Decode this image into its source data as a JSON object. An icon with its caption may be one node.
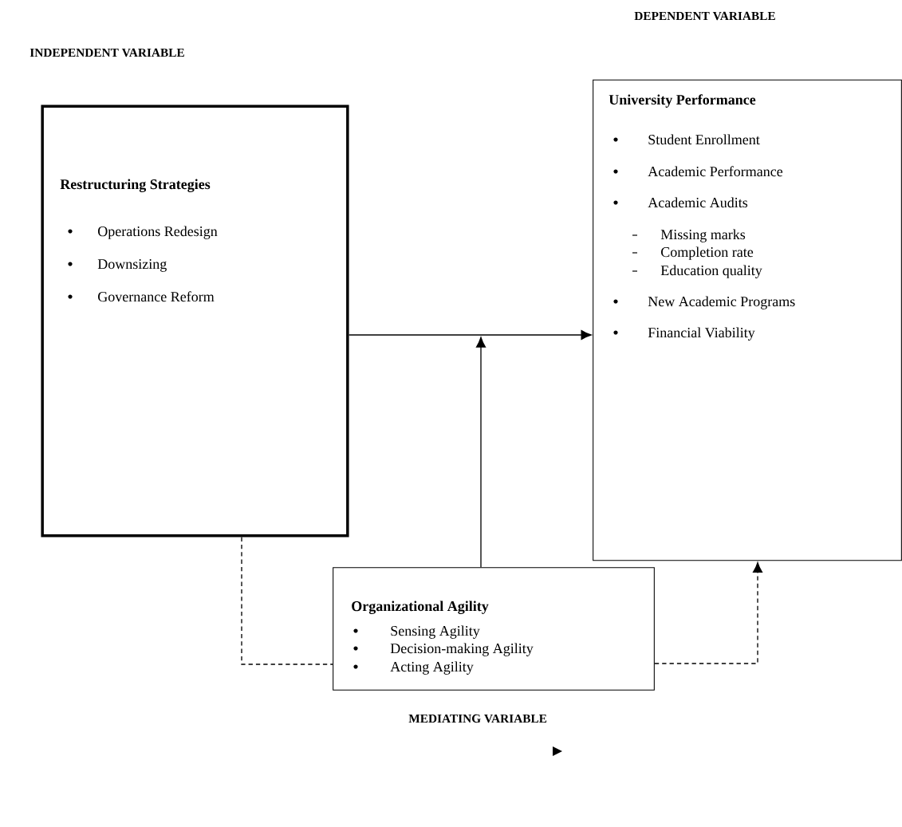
{
  "diagram": {
    "nodes": [
      {
        "text": [
          "Restructuring Strategies",
          "Operations Redesign",
          "Downsizing",
          "Governance Reform"
        ]
      },
      {
        "text": [
          "University Performance",
          "Student Enrollment",
          "Academic Performance",
          "Academic Audits",
          "Missing marks",
          "Completion rate",
          "Education quality",
          "New Academic Programs",
          "Financial Viability"
        ]
      },
      {
        "text": [
          "Organizational Agility",
          "Sensing Agility",
          "Decision-making Agility",
          "Acting Agility"
        ]
      }
    ],
    "edges": [
      {
        "from": 0,
        "to": 1,
        "arrow": "to"
      },
      {
        "from": 2,
        "to": null,
        "arrow": "to"
      },
      {
        "from": 0,
        "to": 2,
        "arrow": "none",
        "style": "dashed"
      },
      {
        "from": 2,
        "to": 1,
        "arrow": "to",
        "style": "dashed"
      }
    ],
    "labels": [
      "DEPENDENT VARIABLE",
      "INDEPENDENT VARIABLE",
      "MEDIATING VARIABLE"
    ]
  }
}
